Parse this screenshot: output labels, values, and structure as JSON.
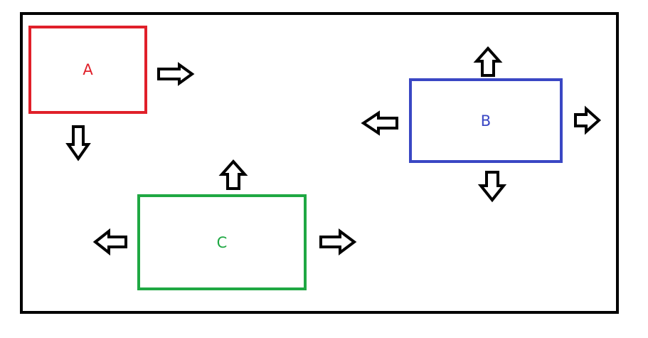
{
  "boxes": {
    "a": {
      "label": "A",
      "color": "#e0202a"
    },
    "b": {
      "label": "B",
      "color": "#3a47c4"
    },
    "c": {
      "label": "C",
      "color": "#1fa843"
    }
  },
  "arrow_color": "#000000",
  "frame_color": "#000000"
}
